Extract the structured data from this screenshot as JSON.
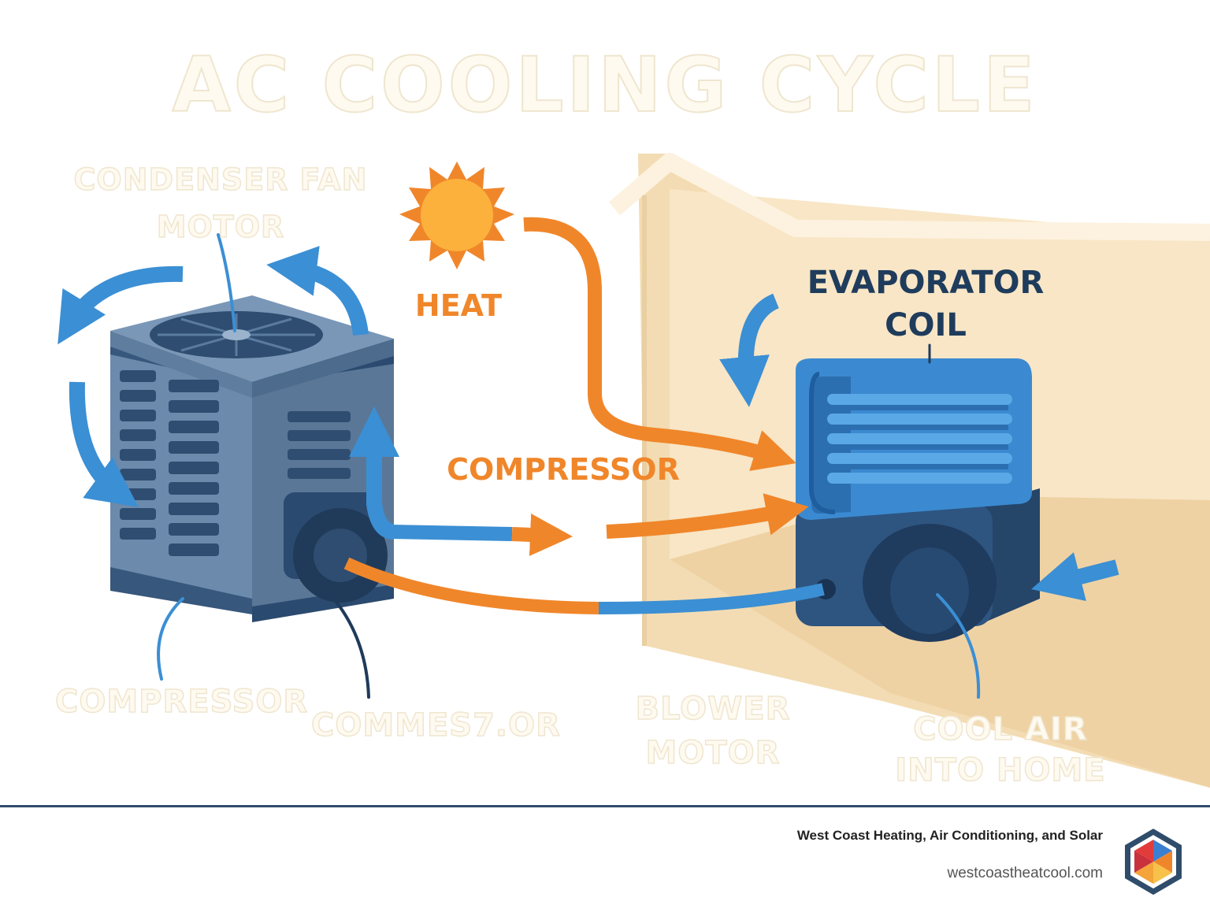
{
  "title": "AC COOLING CYCLE",
  "labels": {
    "condenser_fan_motor": [
      "CONDENSER FAN",
      "MOTOR"
    ],
    "heat": "HEAT",
    "evaporator_coil": [
      "EVAPORATOR",
      "COIL"
    ],
    "compressor_mid": "COMPRESSOR",
    "compressor_left": "COMPRESSOR",
    "commes": "COMMES7.OR",
    "blower_motor": [
      "BLOWER",
      "MOTOR"
    ],
    "cool_air": [
      "COOL AIR",
      "INTO HOME"
    ]
  },
  "footer": {
    "company": "West Coast Heating, Air Conditioning, and Solar",
    "url": "westcoastheatcool.com"
  },
  "colors": {
    "heat_orange": "#f0862a",
    "airflow_blue": "#3b8fd4",
    "unit_slate": "#5f7d9e",
    "unit_dark": "#2e4d70",
    "coil_blue": "#3583c9",
    "house_wall": "#f6e1bd",
    "title_fill": "#fffaf0",
    "footer_rule": "#2f4c6b"
  },
  "icons": [
    "sun-icon",
    "house-outline",
    "condenser-unit",
    "evaporator-coil-unit",
    "logo-hexagon-icon"
  ]
}
